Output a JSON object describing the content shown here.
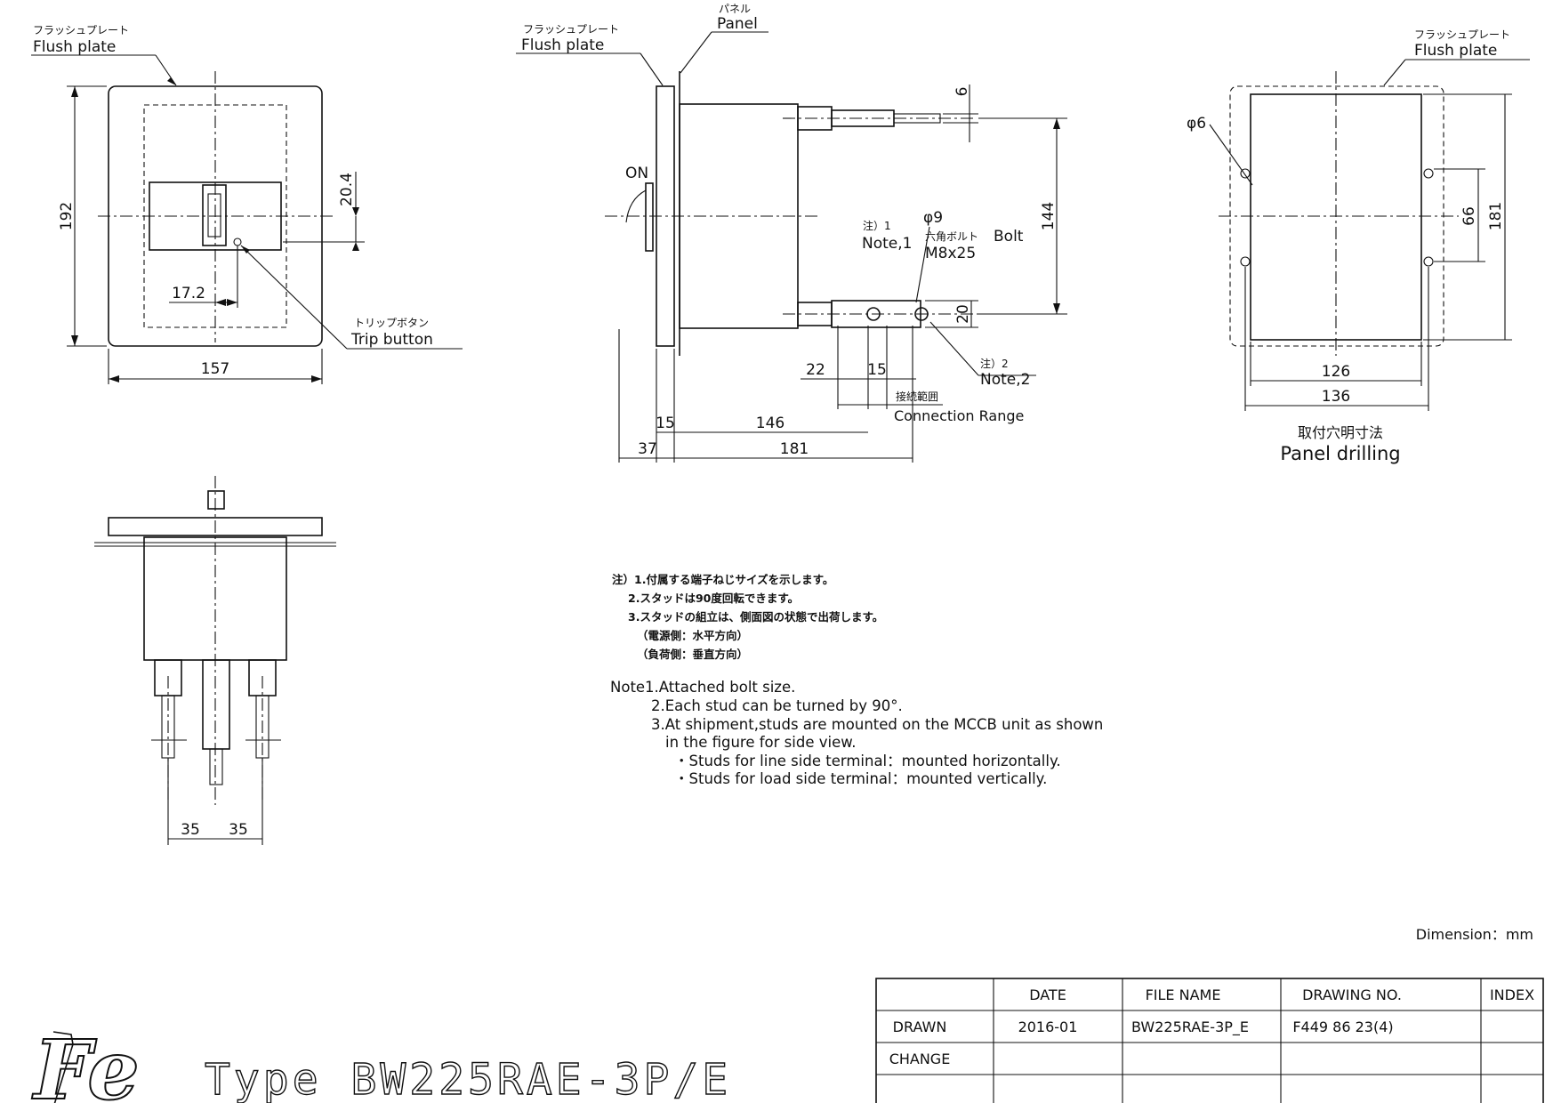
{
  "views": {
    "front": {
      "flush_plate_jp": "フラッシュプレート",
      "flush_plate_en": "Flush plate",
      "dim_height": "192",
      "dim_width": "157",
      "dim_20_4": "20.4",
      "dim_17_2": "17.2",
      "trip_button_jp": "トリップボタン",
      "trip_button_en": "Trip button"
    },
    "side": {
      "flush_plate_jp": "フラッシュプレート",
      "flush_plate_en": "Flush plate",
      "panel_jp": "パネル",
      "panel_en": "Panel",
      "on_label": "ON",
      "dim_6": "6",
      "dim_144": "144",
      "dim_20": "20",
      "note1_jp": "注）1",
      "note1_en": "Note,1",
      "dia9": "φ9",
      "bolt_jp": "六角ボルト",
      "bolt_en": "Bolt",
      "bolt_size": "M8x25",
      "note2_jp": "注）2",
      "note2_en": "Note,2",
      "dim_22": "22",
      "dim_15a": "15",
      "conn_range_jp": "接続範囲",
      "conn_range_en": "Connection Range",
      "dim_15b": "15",
      "dim_146": "146",
      "dim_37": "37",
      "dim_181": "181"
    },
    "drilling": {
      "flush_plate_jp": "フラッシュプレート",
      "flush_plate_en": "Flush plate",
      "dia6": "φ6",
      "dim_66": "66",
      "dim_181": "181",
      "dim_126": "126",
      "dim_136": "136",
      "title_jp": "取付穴明寸法",
      "title_en": "Panel drilling"
    },
    "bottom": {
      "dim_35a": "35",
      "dim_35b": "35"
    }
  },
  "notes_jp": [
    "注）1.付属する端子ねじサイズを示します。",
    "2.スタッドは90度回転できます。",
    "3.スタッドの組立は、側面図の状態で出荷します。",
    "（電源側：水平方向）",
    "（負荷側：垂直方向）"
  ],
  "notes_en": [
    "Note1.Attached bolt size.",
    "2.Each stud can be turned by 90°.",
    "3.At shipment,studs are mounted on the MCCB unit as shown",
    "in the figure for side view.",
    "・Studs for line side terminal：mounted horizontally.",
    "・Studs for load side terminal：mounted vertically."
  ],
  "dimension_unit": "Dimension：mm",
  "type_label": "Type BW225RAE-3P/E",
  "logo_text": "Fe",
  "title_block": {
    "headers": [
      "",
      "DATE",
      "FILE NAME",
      "DRAWING NO.",
      "INDEX"
    ],
    "rows": [
      [
        "DRAWN",
        "2016-01",
        "BW225RAE-3P_E",
        "F449 86 23(4)",
        ""
      ],
      [
        "CHANGE",
        "",
        "",
        "",
        ""
      ],
      [
        "",
        "",
        "",
        "",
        ""
      ]
    ]
  }
}
